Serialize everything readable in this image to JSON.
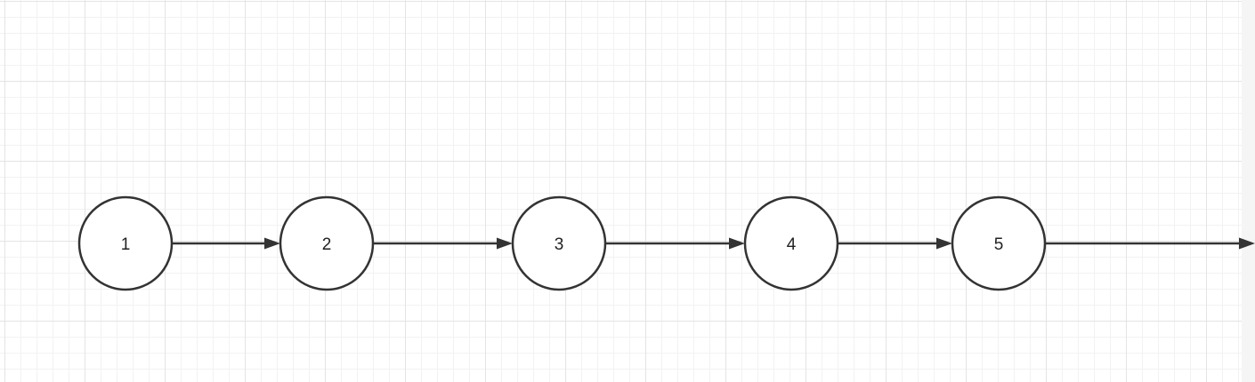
{
  "diagram": {
    "nodes": [
      {
        "id": "n1",
        "label": "1"
      },
      {
        "id": "n2",
        "label": "2"
      },
      {
        "id": "n3",
        "label": "3"
      },
      {
        "id": "n4",
        "label": "4"
      },
      {
        "id": "n5",
        "label": "5"
      }
    ],
    "edges": [
      {
        "from": "n1",
        "to": "n2"
      },
      {
        "from": "n2",
        "to": "n3"
      },
      {
        "from": "n3",
        "to": "n4"
      },
      {
        "from": "n4",
        "to": "n5"
      },
      {
        "from": "n5",
        "to": "offscreen"
      }
    ],
    "colors": {
      "stroke": "#333333",
      "node_fill": "#ffffff",
      "grid_major": "#e4e4e4",
      "grid_minor": "#f2f2f2"
    }
  }
}
